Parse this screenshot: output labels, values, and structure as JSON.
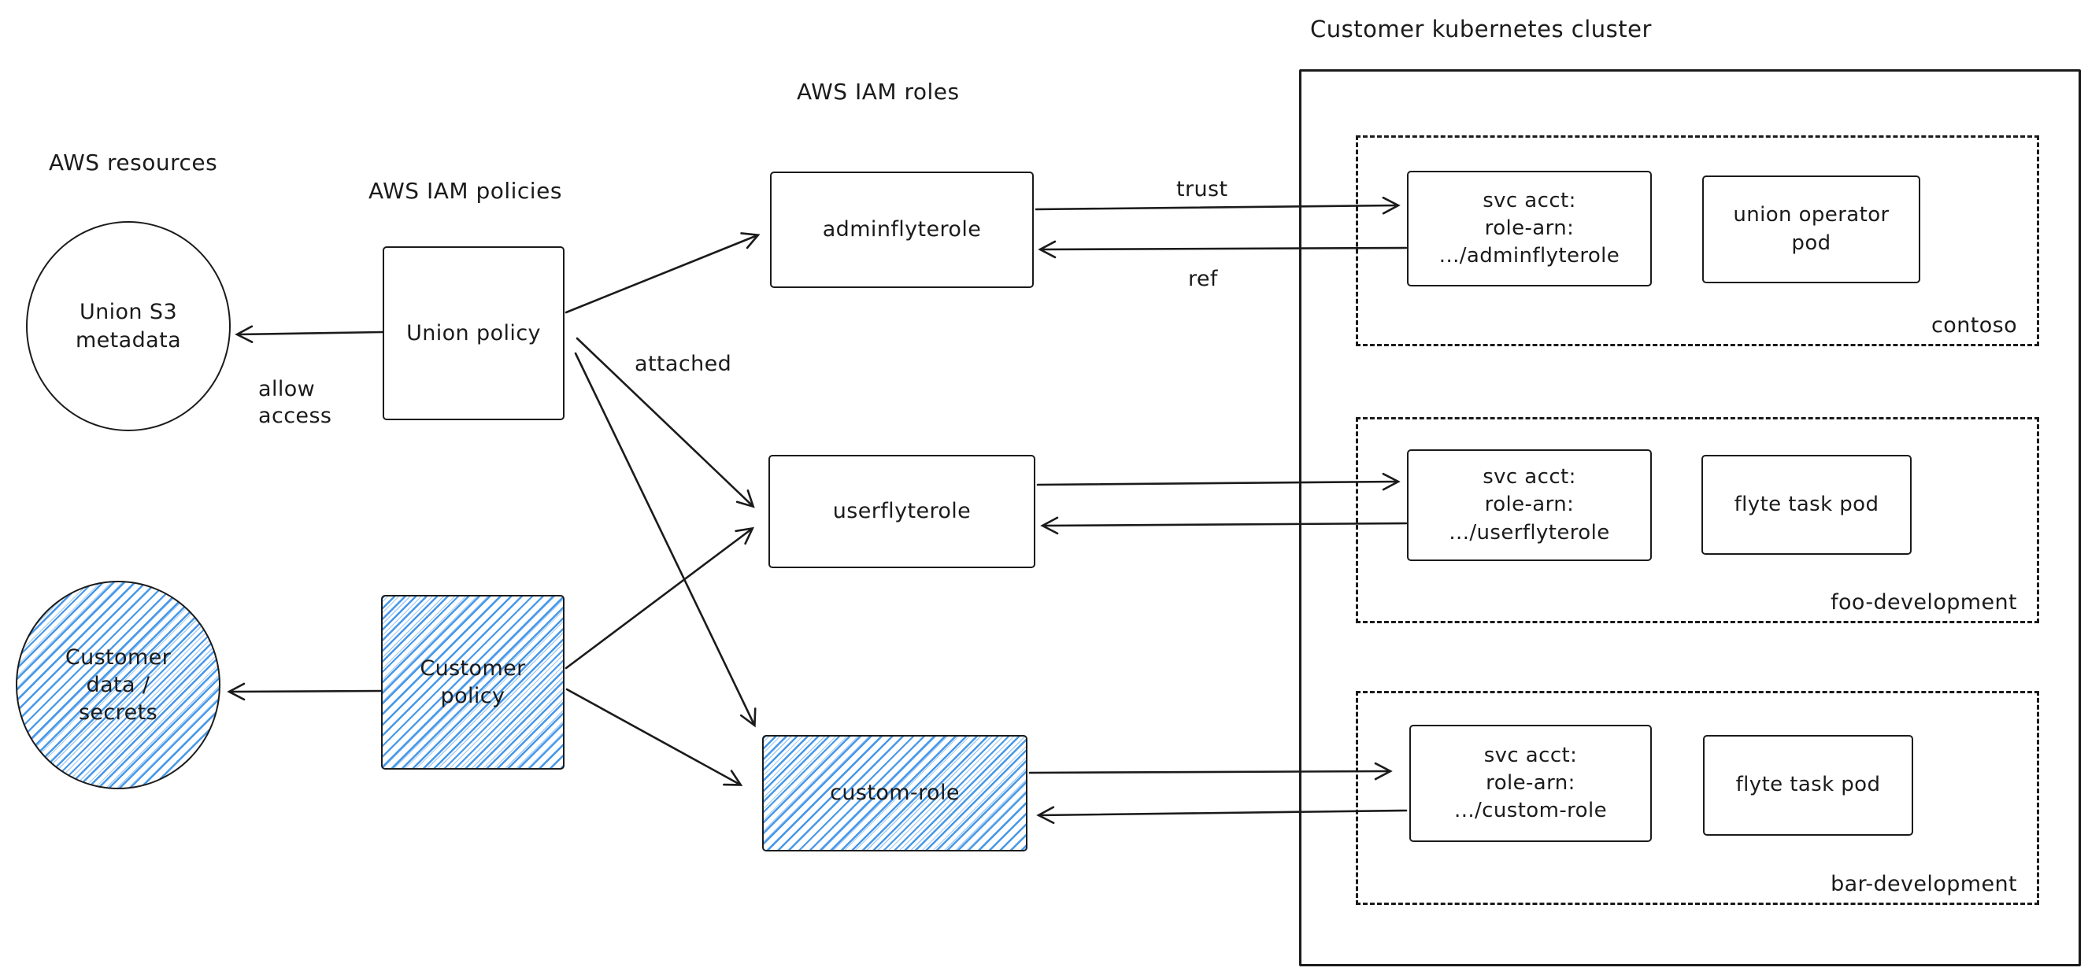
{
  "titles": {
    "aws_resources": "AWS resources",
    "aws_iam_policies": "AWS IAM policies",
    "aws_iam_roles": "AWS IAM roles"
  },
  "nodes": {
    "union_s3": "Union S3\nmetadata",
    "customer_data": "Customer\ndata /\nsecrets",
    "union_policy": "Union policy",
    "customer_policy": "Customer\npolicy",
    "admin_role": "adminflyterole",
    "user_role": "userflyterole",
    "custom_role": "custom-role"
  },
  "labels": {
    "allow_access": "allow\naccess",
    "attached": "attached",
    "trust": "trust",
    "ref": "ref"
  },
  "cluster": {
    "title": "Customer kubernetes cluster",
    "namespaces": [
      {
        "name": "contoso",
        "svc_acct": "svc acct:\nrole-arn:\n.../adminflyterole",
        "pod": "union operator\npod"
      },
      {
        "name": "foo-development",
        "svc_acct": "svc acct:\nrole-arn:\n.../userflyterole",
        "pod": "flyte task pod"
      },
      {
        "name": "bar-development",
        "svc_acct": "svc acct:\nrole-arn:\n.../custom-role",
        "pod": "flyte task pod"
      }
    ]
  },
  "colors": {
    "stroke": "#1b1b1b",
    "hatch_blue": "#4798e8",
    "background": "#ffffff"
  }
}
